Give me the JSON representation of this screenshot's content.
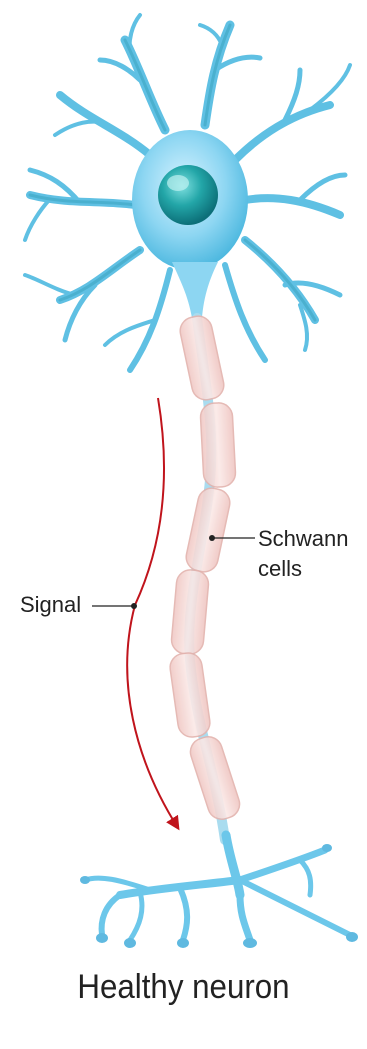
{
  "labels": {
    "signal": "Signal",
    "schwann_line1": "Schwann",
    "schwann_line2": "cells",
    "title": "Healthy neuron"
  },
  "colors": {
    "dendrite": "#5fc0e3",
    "dendrite_dark": "#3aa3bf",
    "soma": "#8dd6f2",
    "nucleus": "#1a8f96",
    "schwann_cell": "#f6d9d6",
    "axon": "#a9dcef",
    "signal_arrow": "#c0141c",
    "text": "#222222"
  }
}
